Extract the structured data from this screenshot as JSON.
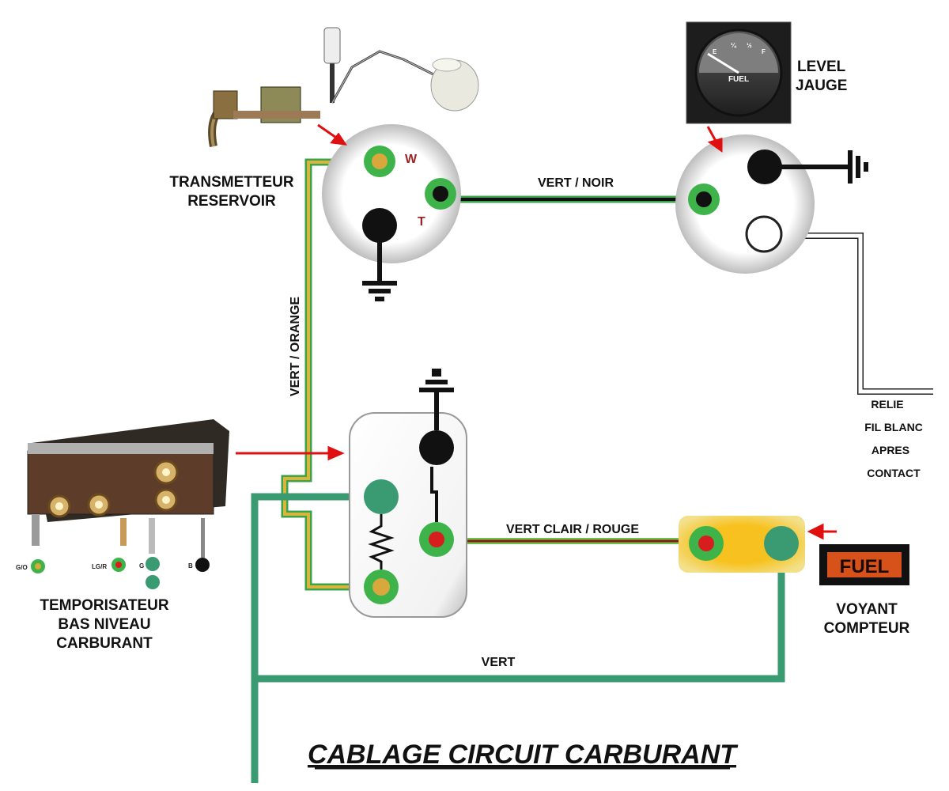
{
  "title": "CABLAGE CIRCUIT CARBURANT",
  "components": {
    "transmitter": {
      "line1": "TRANSMETTEUR",
      "line2": "RESERVOIR",
      "pin_w": "W",
      "pin_t": "T"
    },
    "level_gauge": {
      "line1": "LEVEL",
      "line2": "JAUGE",
      "dial_text": "FUEL"
    },
    "timer": {
      "line1": "TEMPORISATEUR",
      "line2": "BAS NIVEAU",
      "line3": "CARBURANT",
      "pins": [
        "G/O",
        "LG/R",
        "G",
        "B"
      ]
    },
    "warning_light": {
      "line1": "VOYANT",
      "line2": "COMPTEUR",
      "badge": "FUEL"
    }
  },
  "wires": {
    "green_black": "VERT / NOIR",
    "green_orange": "VERT / ORANGE",
    "light_green_red": "VERT CLAIR / ROUGE",
    "green": "VERT"
  },
  "note": [
    "RELIE",
    "FIL BLANC",
    "APRES",
    "CONTACT"
  ],
  "colors": {
    "wire_green": "#3a9a72",
    "wire_orange": "#d8b23a",
    "wire_black": "#111111",
    "wire_red": "#8b1a1a",
    "pin_green": "#3db34a",
    "arrow_red": "#e01010",
    "warning_amber": "#f3b21c",
    "fuel_badge": "#d6521a"
  }
}
